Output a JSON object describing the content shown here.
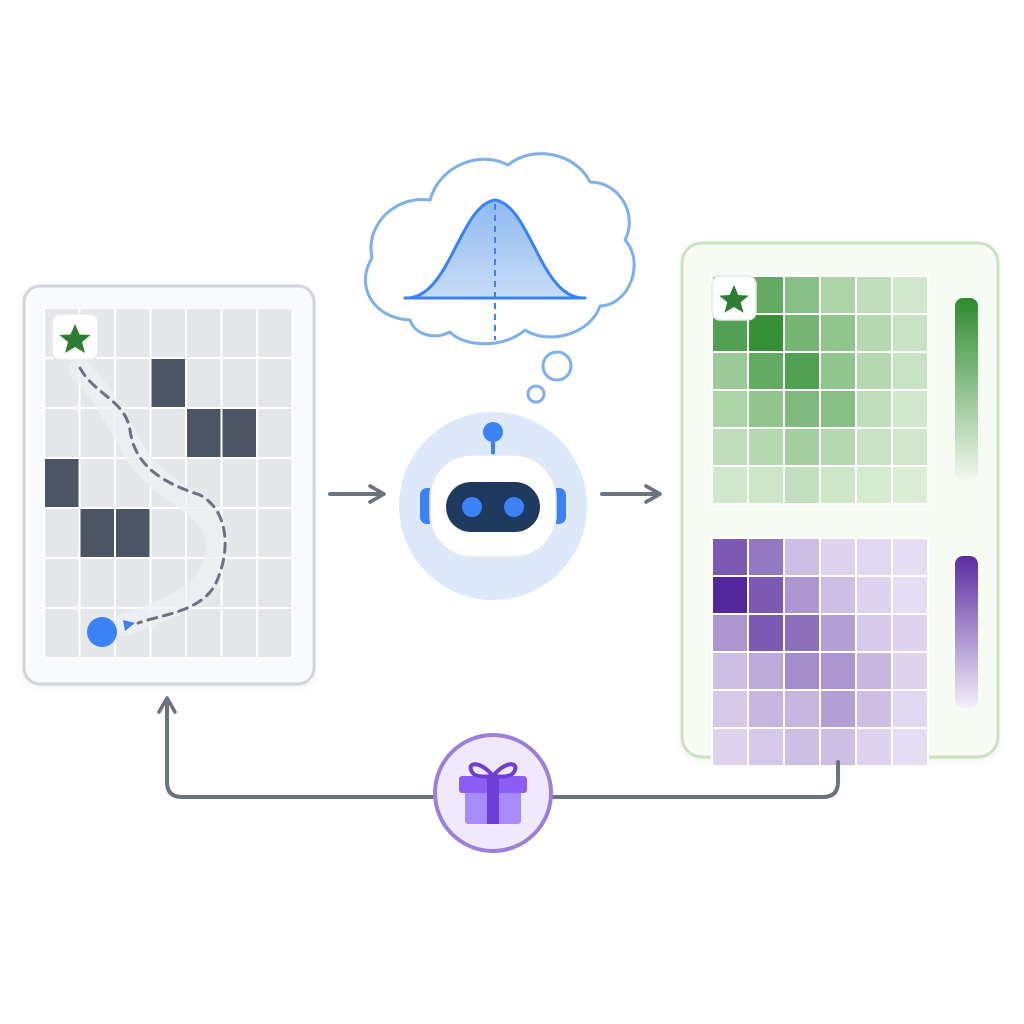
{
  "colors": {
    "background": "#ffffff",
    "connector": "#6b7280",
    "maze_wall": "#4b5563",
    "maze_floor": "#e5e7eb",
    "maze_frame": "#d1d5db",
    "agent": "#3b82f6",
    "goal_star": "#2e7d32",
    "cloud_stroke": "#7fb0ea",
    "gaussian_fill": "#a8cbf3",
    "robot_halo": "#d9e8fb",
    "robot_face": "#1e3a5f",
    "robot_eyes": "#3b82f6",
    "value_green_dark": "#2e8b2e",
    "value_green_light": "#e3f2dd",
    "value_purple_dark": "#4c1d95",
    "value_purple_light": "#ede7f8",
    "panel_border_green": "#c9e4bf",
    "reward_circle_fill": "#efe9fb",
    "reward_circle_stroke": "#9b7fdc",
    "gift": "#8b5cf6"
  },
  "icons": {
    "goal": "star-icon",
    "agent": "agent-dot-icon",
    "belief": "gaussian-distribution-icon",
    "thought": "thought-cloud-icon",
    "policy": "robot-icon",
    "reward": "gift-icon"
  },
  "maze": {
    "cols": 7,
    "rows": 7,
    "walls": [
      [
        3,
        1
      ],
      [
        4,
        2
      ],
      [
        5,
        2
      ],
      [
        0,
        3
      ],
      [
        1,
        4
      ],
      [
        2,
        4
      ]
    ],
    "goal_cell": [
      0,
      0
    ],
    "agent_cell": [
      1,
      6
    ]
  },
  "value_grid": {
    "cols": 6,
    "rows": 6,
    "levels": [
      [
        0.8,
        0.7,
        0.5,
        0.3,
        0.2,
        0.1
      ],
      [
        0.8,
        0.95,
        0.6,
        0.45,
        0.25,
        0.15
      ],
      [
        0.4,
        0.7,
        0.8,
        0.45,
        0.25,
        0.15
      ],
      [
        0.3,
        0.45,
        0.55,
        0.5,
        0.2,
        0.1
      ],
      [
        0.2,
        0.25,
        0.35,
        0.25,
        0.15,
        0.1
      ],
      [
        0.1,
        0.12,
        0.18,
        0.12,
        0.08,
        0.05
      ]
    ]
  },
  "uncertainty_grid": {
    "cols": 6,
    "rows": 6,
    "levels": [
      [
        0.7,
        0.55,
        0.2,
        0.1,
        0.08,
        0.05
      ],
      [
        0.95,
        0.7,
        0.4,
        0.2,
        0.1,
        0.05
      ],
      [
        0.4,
        0.7,
        0.6,
        0.35,
        0.15,
        0.1
      ],
      [
        0.2,
        0.3,
        0.45,
        0.4,
        0.25,
        0.1
      ],
      [
        0.15,
        0.25,
        0.25,
        0.35,
        0.2,
        0.08
      ],
      [
        0.1,
        0.15,
        0.2,
        0.2,
        0.1,
        0.05
      ]
    ]
  }
}
